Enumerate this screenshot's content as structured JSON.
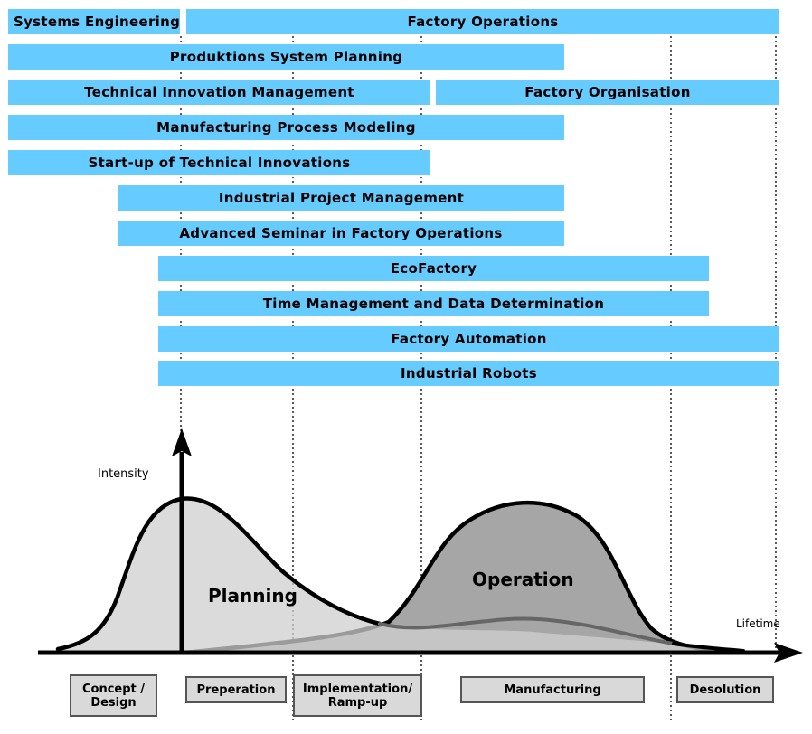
{
  "courses": [
    {
      "id": "systems-engineering",
      "label": "Systems Engineering"
    },
    {
      "id": "factory-operations",
      "label": "Factory Operations"
    },
    {
      "id": "produktions-system-planning",
      "label": "Produktions  System Planning"
    },
    {
      "id": "technical-innovation-management",
      "label": "Technical  Innovation  Management"
    },
    {
      "id": "factory-organisation",
      "label": "Factory Organisation"
    },
    {
      "id": "manufacturing-process-modeling",
      "label": "Manufacturing  Process  Modeling"
    },
    {
      "id": "startup-technical-innovations",
      "label": "Start-up  of Technical  Innovations"
    },
    {
      "id": "industrial-project-management",
      "label": "Industrial  Project  Management"
    },
    {
      "id": "advanced-seminar",
      "label": "Advanced Seminar  in  Factory Operations"
    },
    {
      "id": "ecofactory",
      "label": "EcoFactory"
    },
    {
      "id": "time-management",
      "label": "Time  Management   and Data Determination"
    },
    {
      "id": "factory-automation",
      "label": "Factory Automation"
    },
    {
      "id": "industrial-robots",
      "label": "Industrial  Robots"
    }
  ],
  "curves": {
    "planning_label": "Planning",
    "operation_label": "Operation"
  },
  "axes": {
    "y_label": "Intensity",
    "x_label": "Lifetime"
  },
  "phases": [
    {
      "id": "concept-design",
      "label": "Concept / Design"
    },
    {
      "id": "preperation",
      "label": "Preperation"
    },
    {
      "id": "implementation",
      "label": "Implementation/ Ramp-up"
    },
    {
      "id": "manufacturing",
      "label": "Manufacturing"
    },
    {
      "id": "desolution",
      "label": "Desolution"
    }
  ],
  "colors": {
    "course_bar": "#66ccff",
    "planning_fill": "#d9d9d9",
    "operation_fill": "#a6a6a6",
    "phase_box": "#d9d9d9"
  }
}
